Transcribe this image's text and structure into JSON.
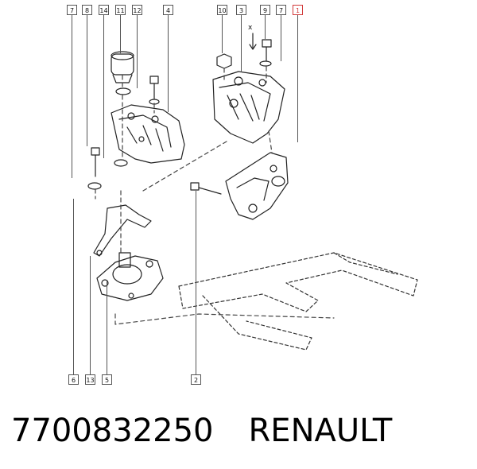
{
  "diagram": {
    "callouts_top": [
      "7",
      "8",
      "14",
      "11",
      "12",
      "4",
      "10",
      "3",
      "9",
      "7",
      "1"
    ],
    "callouts_bottom": [
      "6",
      "13",
      "5",
      "2"
    ],
    "highlighted_callout": "1",
    "axis_marker": "x"
  },
  "footer": {
    "part_number": "7700832250",
    "brand": "RENAULT"
  }
}
